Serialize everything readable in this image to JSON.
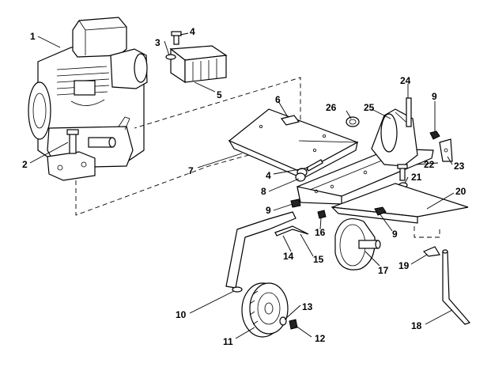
{
  "callouts": [
    {
      "id": "1",
      "text": "1"
    },
    {
      "id": "2",
      "text": "2"
    },
    {
      "id": "3",
      "text": "3"
    },
    {
      "id": "4a",
      "text": "4"
    },
    {
      "id": "4b",
      "text": "4"
    },
    {
      "id": "5",
      "text": "5"
    },
    {
      "id": "6",
      "text": "6"
    },
    {
      "id": "7",
      "text": "7"
    },
    {
      "id": "8",
      "text": "8"
    },
    {
      "id": "9a",
      "text": "9"
    },
    {
      "id": "9b",
      "text": "9"
    },
    {
      "id": "9c",
      "text": "9"
    },
    {
      "id": "10",
      "text": "10"
    },
    {
      "id": "11",
      "text": "11"
    },
    {
      "id": "12",
      "text": "12"
    },
    {
      "id": "13",
      "text": "13"
    },
    {
      "id": "14",
      "text": "14"
    },
    {
      "id": "15",
      "text": "15"
    },
    {
      "id": "16",
      "text": "16"
    },
    {
      "id": "17",
      "text": "17"
    },
    {
      "id": "18",
      "text": "18"
    },
    {
      "id": "19",
      "text": "19"
    },
    {
      "id": "20",
      "text": "20"
    },
    {
      "id": "21",
      "text": "21"
    },
    {
      "id": "22",
      "text": "22"
    },
    {
      "id": "23",
      "text": "23"
    },
    {
      "id": "24",
      "text": "24"
    },
    {
      "id": "25",
      "text": "25"
    },
    {
      "id": "26",
      "text": "26"
    }
  ]
}
